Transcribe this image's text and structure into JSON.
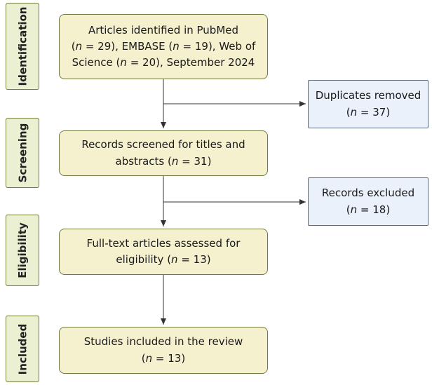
{
  "stages": {
    "identification": "Identification",
    "screening": "Screening",
    "eligibility": "Eligibility",
    "included": "Included"
  },
  "boxes": {
    "identified": "Articles identified in PubMed\n(n = 29), EMBASE (n = 19), Web of\nScience (n = 20), September 2024",
    "screened": "Records screened for titles and\nabstracts (n = 31)",
    "assessed": "Full-text articles assessed for\neligibility (n = 13)",
    "included": "Studies included in the review\n(n = 13)",
    "duplicates": "Duplicates removed\n(n = 37)",
    "excluded": "Records excluded\n(n = 18)"
  }
}
